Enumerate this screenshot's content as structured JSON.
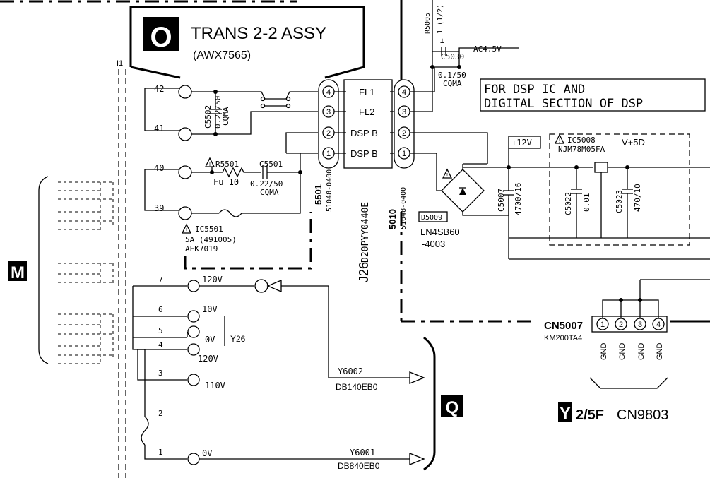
{
  "trans_assy": {
    "letter": "O",
    "title": "TRANS 2-2 ASSY",
    "part": "(AWX7565)"
  },
  "left_labels": {
    "i1": "I1",
    "m": "M",
    "q": "Q"
  },
  "trans_pins": [
    "42",
    "41",
    "40",
    "39"
  ],
  "c5502": {
    "ref": "C5502",
    "value": "0.22/50",
    "type": "CQMA"
  },
  "r5501": {
    "ref": "R5501",
    "value": "Fu 10"
  },
  "c5501": {
    "ref": "C5501",
    "value": "0.22/50",
    "type": "CQMA"
  },
  "ic5501": {
    "ref": "IC5501",
    "value": "5A (491005)",
    "part": "AEK7019"
  },
  "conn_5501": {
    "ref": "5501",
    "part": "51048-0400"
  },
  "conn_5010": {
    "ref": "5010",
    "part": "51048-0400"
  },
  "j26": {
    "ref": "J26",
    "part": "D20PYY0440E"
  },
  "signals": [
    "FL1",
    "FL2",
    "DSP B",
    "DSP B"
  ],
  "pin_numbers": [
    "4",
    "3",
    "2",
    "1"
  ],
  "r5005": {
    "ref": "R5005",
    "value": "1 (1/2)"
  },
  "c5030": {
    "ref": "C5030",
    "value": "0.1/50",
    "type": "CQMA"
  },
  "ac_label": "AC4.5V",
  "note": [
    "FOR DSP IC AND",
    "DIGITAL SECTION OF DSP"
  ],
  "plus12": "+12V",
  "ic5008": {
    "ref": "IC5008",
    "part": "NJM78M05FA"
  },
  "v5d": "V+5D",
  "c5007": {
    "ref": "C5007",
    "value": "4700/16"
  },
  "c5022": {
    "ref": "C5022",
    "value": "0.01"
  },
  "c5023": {
    "ref": "C5023",
    "value": "470/10"
  },
  "d5009": {
    "ref": "D5009",
    "part": "LN4SB60",
    "part2": "-4003"
  },
  "cn5007": {
    "ref": "CN5007",
    "part": "KM200TA4",
    "pins": [
      "1",
      "2",
      "3",
      "4"
    ],
    "gnd": "GND"
  },
  "y26": {
    "ref": "Y26",
    "pins": [
      "7",
      "6",
      "5",
      "4",
      "3",
      "2",
      "1"
    ],
    "voltages": [
      "120V",
      "10V",
      "0V",
      "120V",
      "110V",
      "0V"
    ]
  },
  "y6002": {
    "ref": "Y6002",
    "part": "DB140EB0"
  },
  "y6001": {
    "ref": "Y6001",
    "part": "DB840EB0"
  },
  "y_label": {
    "letter": "Y",
    "pos": "2/5F",
    "cn": "CN9803"
  },
  "warning_glyph": "!"
}
